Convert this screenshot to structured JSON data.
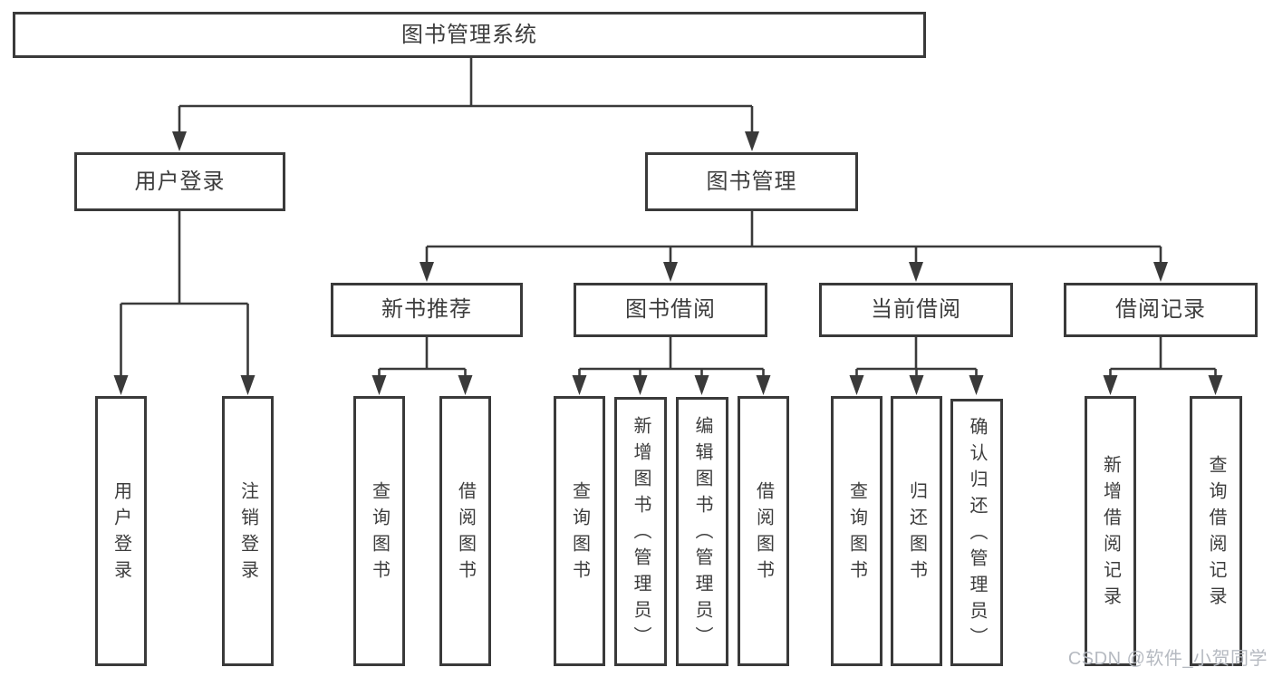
{
  "diagram": {
    "type": "hierarchy",
    "root": {
      "label": "图书管理系统",
      "children": [
        {
          "label": "用户登录",
          "children": [
            {
              "label": "用户登录"
            },
            {
              "label": "注销登录"
            }
          ]
        },
        {
          "label": "图书管理",
          "children": [
            {
              "label": "新书推荐",
              "children": [
                {
                  "label": "查询图书"
                },
                {
                  "label": "借阅图书"
                }
              ]
            },
            {
              "label": "图书借阅",
              "children": [
                {
                  "label": "查询图书"
                },
                {
                  "label": "新增图书（管理员）"
                },
                {
                  "label": "编辑图书（管理员）"
                },
                {
                  "label": "借阅图书"
                }
              ]
            },
            {
              "label": "当前借阅",
              "children": [
                {
                  "label": "查询图书"
                },
                {
                  "label": "归还图书"
                },
                {
                  "label": "确认归还（管理员）"
                }
              ]
            },
            {
              "label": "借阅记录",
              "children": [
                {
                  "label": "新增借阅记录"
                },
                {
                  "label": "查询借阅记录"
                }
              ]
            }
          ]
        }
      ]
    }
  },
  "watermark": {
    "text": "CSDN @软件_小贺同学"
  },
  "colors": {
    "line": "#3a3a3a",
    "box_border": "#3a3a3a",
    "text": "#3d3d3d",
    "watermark": "#b6bac1",
    "background": "#ffffff"
  }
}
